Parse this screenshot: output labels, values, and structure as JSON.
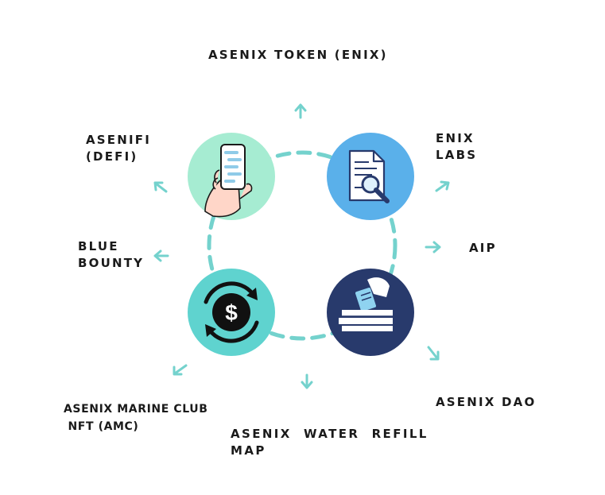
{
  "labels": {
    "token": "ASENIX TOKEN (ENIX)",
    "asenifi": "ASENIFI\n(DEFI)",
    "labs": "ENIX\nLABS",
    "blue_bounty": "BLUE\nBOUNTY",
    "aip": "AIP",
    "dao": "ASENIX DAO",
    "amc": "ASENIX MARINE CLUB\n NFT (AMC)",
    "water_map": "ASENIX  WATER  REFILL\nMAP"
  },
  "colors": {
    "teal": "#5fd3cf",
    "dash": "#74d2cd",
    "mint": "#a6ecd2",
    "blue": "#5ab0ea",
    "navy": "#283a6c",
    "text": "#1a1a1a"
  },
  "icons": {
    "top_left": "phone-in-hand-icon",
    "top_right": "document-search-icon",
    "bottom_left": "dollar-cycle-icon",
    "bottom_right": "ballot-box-icon"
  }
}
